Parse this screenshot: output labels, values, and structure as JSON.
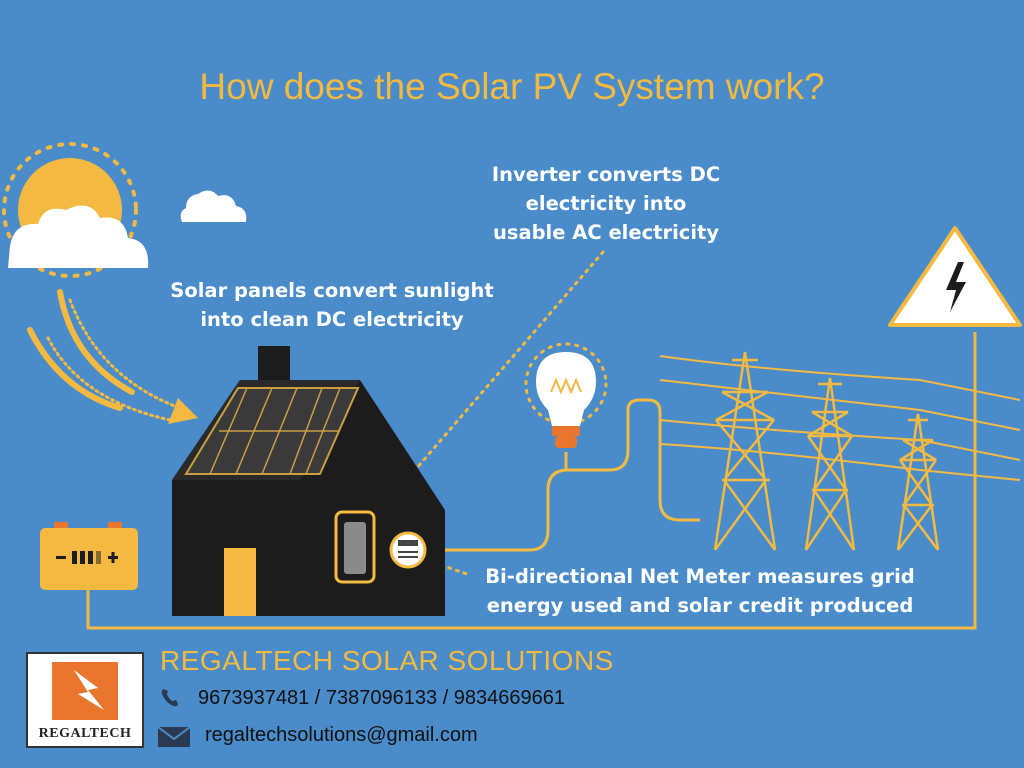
{
  "title": "How does the Solar PV System work?",
  "captions": {
    "inverter": [
      "Inverter converts DC",
      "electricity into",
      "usable AC electricity"
    ],
    "panels": [
      "Solar panels convert sunlight",
      "into clean DC electricity"
    ],
    "meter": [
      "Bi-directional Net Meter measures grid",
      "energy used and solar credit produced"
    ]
  },
  "footer": {
    "company": "REGALTECH SOLAR SOLUTIONS",
    "phones": "9673937481 /  7387096133  /  9834669661",
    "email": "regaltechsolutions@gmail.com",
    "logo_text": "REGALTECH"
  },
  "icons": [
    "sun-icon",
    "cloud-icon",
    "house-icon",
    "solar-panel-icon",
    "inverter-icon",
    "net-meter-icon",
    "battery-icon",
    "light-bulb-icon",
    "transmission-tower-icon",
    "high-voltage-sign-icon",
    "phone-icon",
    "mail-icon",
    "regaltech-logo-icon"
  ],
  "colors": {
    "background": "#4a8cc9",
    "accent": "#f3b940",
    "house": "#1c1c1c",
    "text": "#ffffff"
  }
}
